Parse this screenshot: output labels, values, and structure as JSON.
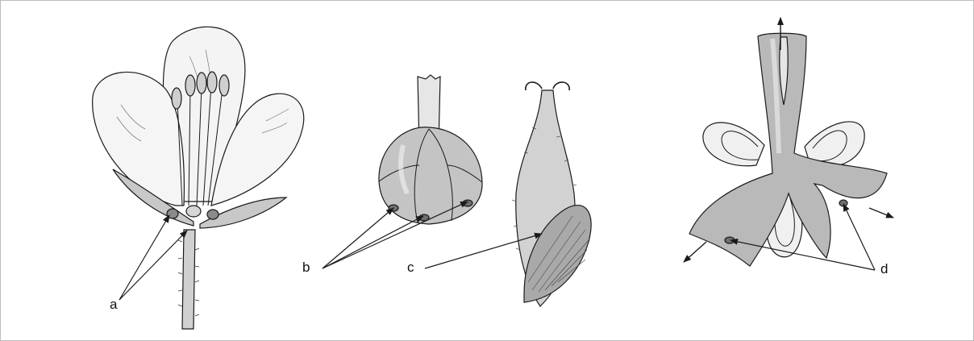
{
  "labels": {
    "a": "a",
    "b": "b",
    "c": "c",
    "d": "d"
  },
  "colors": {
    "ink": "#1a1a1a",
    "tissue": "#bdbdbd",
    "tissue_dark": "#9e9e9e",
    "petal": "#f4f4f4",
    "highlight": "#e3e3e3"
  }
}
